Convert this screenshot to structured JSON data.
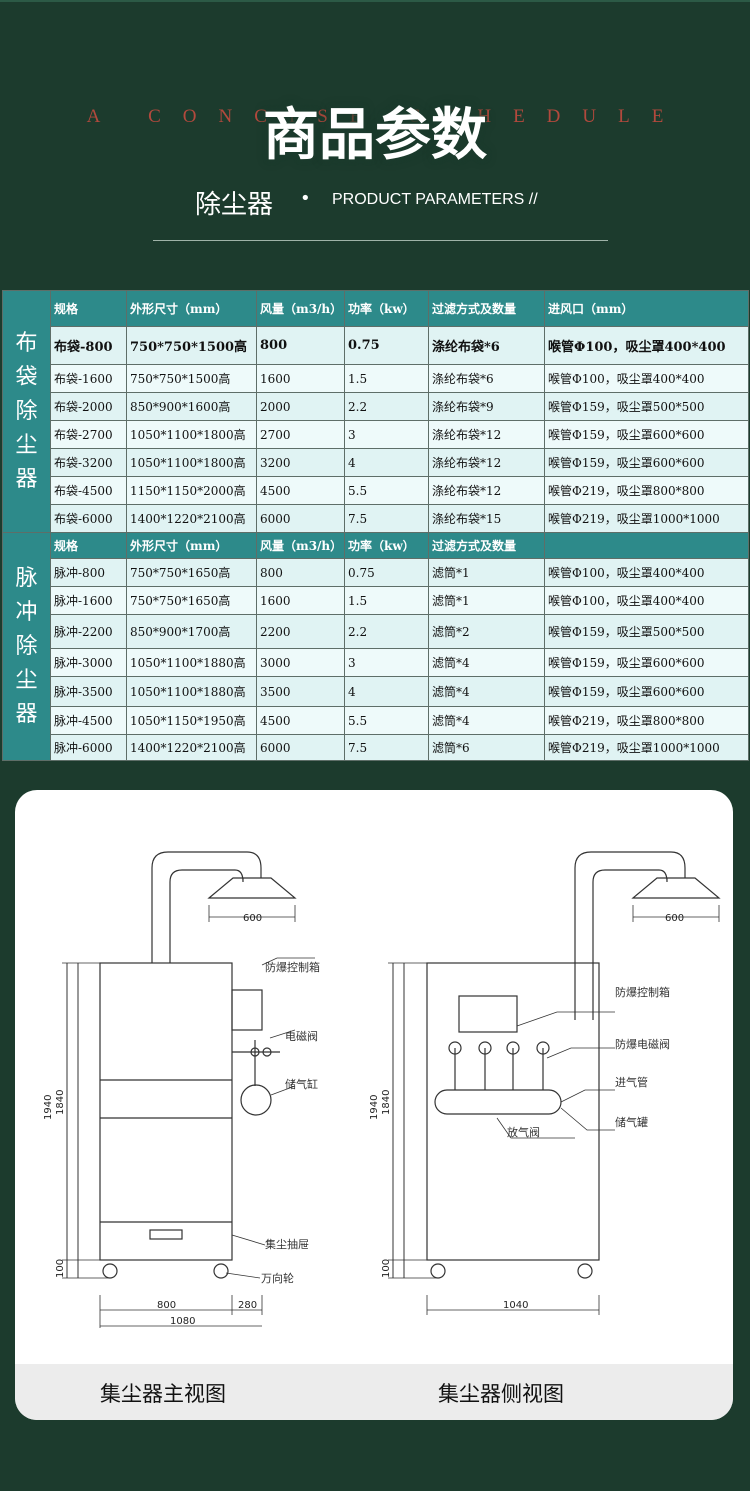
{
  "header": {
    "deco_text": "A CONCISE SCHEDULE",
    "title": "商品参数",
    "subtitle_cn": "除尘器",
    "subtitle_dot": "•",
    "subtitle_en": "PRODUCT PARAMETERS //"
  },
  "bag_table": {
    "side_label": [
      "布",
      "袋",
      "除",
      "尘",
      "器"
    ],
    "columns": [
      "规格",
      "外形尺寸（mm）",
      "风量（m3/h）",
      "功率（kw）",
      "过滤方式及数量",
      "进风口（mm）"
    ],
    "rows": [
      [
        "布袋-800",
        "750*750*1500高",
        "800",
        "0.75",
        "涤纶布袋*6",
        "喉管Φ100，吸尘罩400*400"
      ],
      [
        "布袋-1600",
        "750*750*1500高",
        "1600",
        "1.5",
        "涤纶布袋*6",
        "喉管Φ100，吸尘罩400*400"
      ],
      [
        "布袋-2000",
        "850*900*1600高",
        "2000",
        "2.2",
        "涤纶布袋*9",
        "喉管Φ159，吸尘罩500*500"
      ],
      [
        "布袋-2700",
        "1050*1100*1800高",
        "2700",
        "3",
        "涤纶布袋*12",
        "喉管Φ159，吸尘罩600*600"
      ],
      [
        "布袋-3200",
        "1050*1100*1800高",
        "3200",
        "4",
        "涤纶布袋*12",
        "喉管Φ159，吸尘罩600*600"
      ],
      [
        "布袋-4500",
        "1150*1150*2000高",
        "4500",
        "5.5",
        "涤纶布袋*12",
        "喉管Φ219，吸尘罩800*800"
      ],
      [
        "布袋-6000",
        "1400*1220*2100高",
        "6000",
        "7.5",
        "涤纶布袋*15",
        "喉管Φ219，吸尘罩1000*1000"
      ]
    ]
  },
  "pulse_table": {
    "side_label": [
      "脉",
      "冲",
      "除",
      "尘",
      "器"
    ],
    "columns": [
      "规格",
      "外形尺寸（mm）",
      "风量（m3/h）",
      "功率（kw）",
      "过滤方式及数量",
      ""
    ],
    "rows": [
      [
        "脉冲-800",
        "750*750*1650高",
        "800",
        "0.75",
        "滤筒*1",
        "喉管Φ100，吸尘罩400*400"
      ],
      [
        "脉冲-1600",
        "750*750*1650高",
        "1600",
        "1.5",
        "滤筒*1",
        "喉管Φ100，吸尘罩400*400"
      ],
      [
        "脉冲-2200",
        "850*900*1700高",
        "2200",
        "2.2",
        "滤筒*2",
        "喉管Φ159，吸尘罩500*500"
      ],
      [
        "脉冲-3000",
        "1050*1100*1880高",
        "3000",
        "3",
        "滤筒*4",
        "喉管Φ159，吸尘罩600*600"
      ],
      [
        "脉冲-3500",
        "1050*1100*1880高",
        "3500",
        "4",
        "滤筒*4",
        "喉管Φ159，吸尘罩600*600"
      ],
      [
        "脉冲-4500",
        "1050*1150*1950高",
        "4500",
        "5.5",
        "滤筒*4",
        "喉管Φ219，吸尘罩800*800"
      ],
      [
        "脉冲-6000",
        "1400*1220*2100高",
        "6000",
        "7.5",
        "滤筒*6",
        "喉管Φ219，吸尘罩1000*1000"
      ]
    ]
  },
  "drawing": {
    "front": {
      "caption": "集尘器主视图",
      "hood_width": "600",
      "total_height": "1940",
      "body_height": "1840",
      "wheel_height": "100",
      "body_width": "800",
      "box_width": "280",
      "total_width": "1080",
      "labels": {
        "control_box": "防爆控制箱",
        "solenoid": "电磁阀",
        "tank": "储气缸",
        "drawer": "集尘抽屉",
        "wheel": "万向轮"
      }
    },
    "side": {
      "caption": "集尘器侧视图",
      "hood_width": "600",
      "total_height": "1940",
      "body_height": "1840",
      "wheel_height": "100",
      "total_width": "1040",
      "labels": {
        "control_box": "防爆控制箱",
        "solenoid": "防爆电磁阀",
        "inlet_pipe": "进气管",
        "tank": "储气罐",
        "drain_valve": "放气阀"
      }
    }
  }
}
